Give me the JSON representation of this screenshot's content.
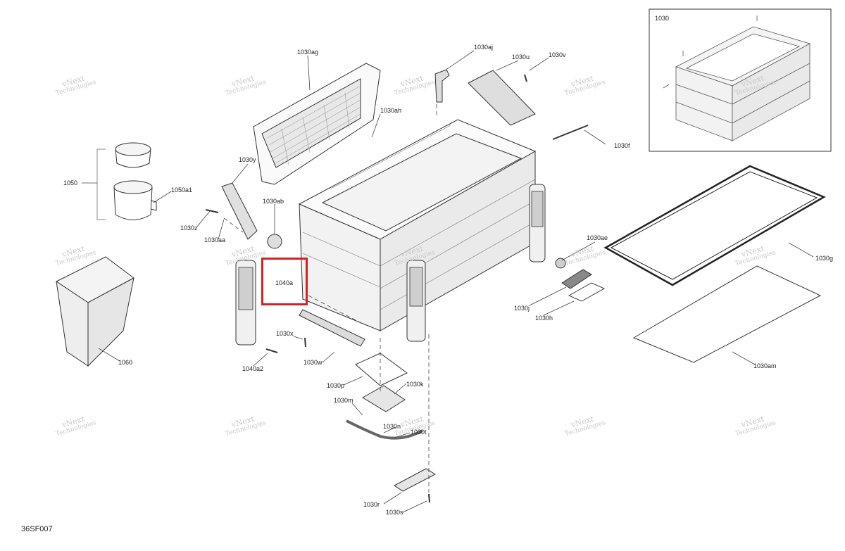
{
  "figure_code": "36SF007",
  "watermark": {
    "line1": "vNext",
    "line2": "Technologies"
  },
  "highlight_color": "#d62020",
  "callouts": {
    "c1030": "1030",
    "c1030ag": "1030ag",
    "c1030aj": "1030aj",
    "c1030u": "1030u",
    "c1030v": "1030v",
    "c1030ah": "1030ah",
    "c1030f": "1030f",
    "c1030y": "1030y",
    "c1050": "1050",
    "c1050a1": "1050a1",
    "c1030z": "1030z",
    "c1030aa": "1030aa",
    "c1030ab": "1030ab",
    "c1040a": "1040a",
    "c1030ae": "1030ae",
    "c1030g": "1030g",
    "c1030j": "1030j",
    "c1030h": "1030h",
    "c1030x": "1030x",
    "c1030w": "1030w",
    "c1040a2": "1040a2",
    "c1060": "1060",
    "c1030am": "1030am",
    "c1030p": "1030p",
    "c1030k": "1030k",
    "c1030m": "1030m",
    "c1030n": "1030n",
    "c1030t": "1030t",
    "c1030r": "1030r",
    "c1030s": "1030s"
  }
}
